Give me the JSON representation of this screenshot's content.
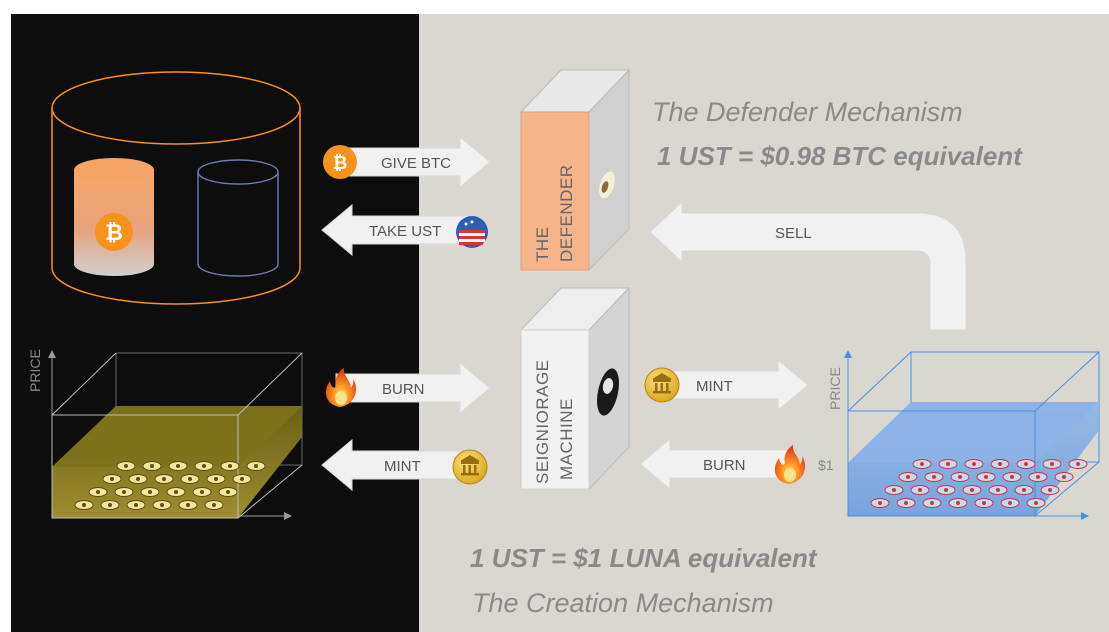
{
  "defender": {
    "title": "The Defender Mechanism",
    "equation": "1 UST = $0.98 BTC equivalent",
    "box_line1": "THE",
    "box_line2": "DEFENDER",
    "give_label": "GIVE BTC",
    "take_label": "TAKE UST",
    "sell_label": "SELL"
  },
  "creation": {
    "equation": "1 UST = $1 LUNA equivalent",
    "title": "The Creation Mechanism",
    "box_line1": "SEIGNIORAGE",
    "box_line2": "MACHINE",
    "left_burn_label": "BURN",
    "left_mint_label": "MINT",
    "right_mint_label": "MINT",
    "right_burn_label": "BURN"
  },
  "charts": {
    "left_axis_label": "PRICE",
    "right_axis_label": "PRICE",
    "right_peg_label": "$1"
  },
  "colors": {
    "dark_panel": "#0d0d0d",
    "light_panel": "#d9d7d0",
    "btc_orange": "#f7931a",
    "defender_box": "#f6b48a",
    "luna_gold": "#8a7a20",
    "ust_blue": "#4a90e2",
    "arrow_fill": "#f1f1f1"
  },
  "icons": {
    "btc": "bitcoin-coin-icon",
    "ust": "us-flag-globe-icon",
    "fire": "fire-icon",
    "luna": "gold-bank-coin-icon",
    "portrait": "portrait-icon"
  }
}
